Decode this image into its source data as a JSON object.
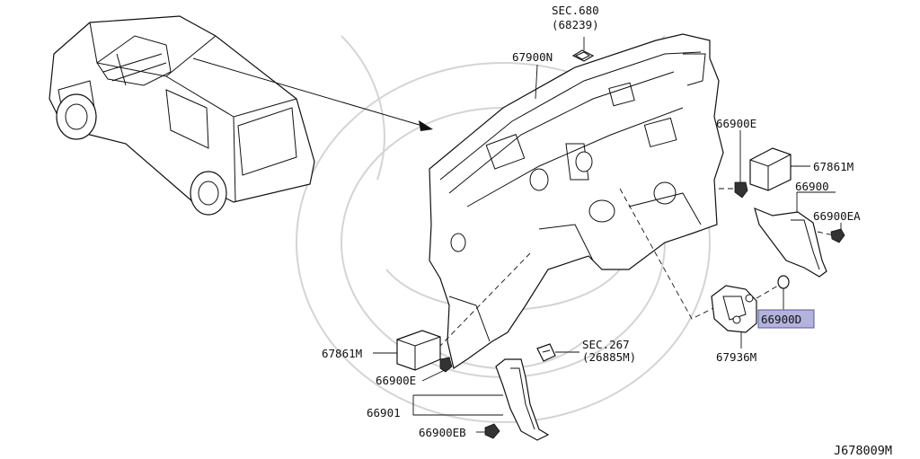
{
  "diagram_id": "J678009M",
  "highlight_color": "#b3b3dd",
  "labels": {
    "sec680": "SEC.680",
    "sec680_ref": "(68239)",
    "p67900N": "67900N",
    "p66900E_top": "66900E",
    "p67861M_right": "67861M",
    "p66900": "66900",
    "p66900EA": "66900EA",
    "p66900D": "66900D",
    "p67936M": "67936M",
    "sec267": "SEC.267",
    "sec267_ref": "(26885M)",
    "p67861M_left": "67861M",
    "p66900E_bottom": "66900E",
    "p66901": "66901",
    "p66900EB": "66900EB"
  }
}
